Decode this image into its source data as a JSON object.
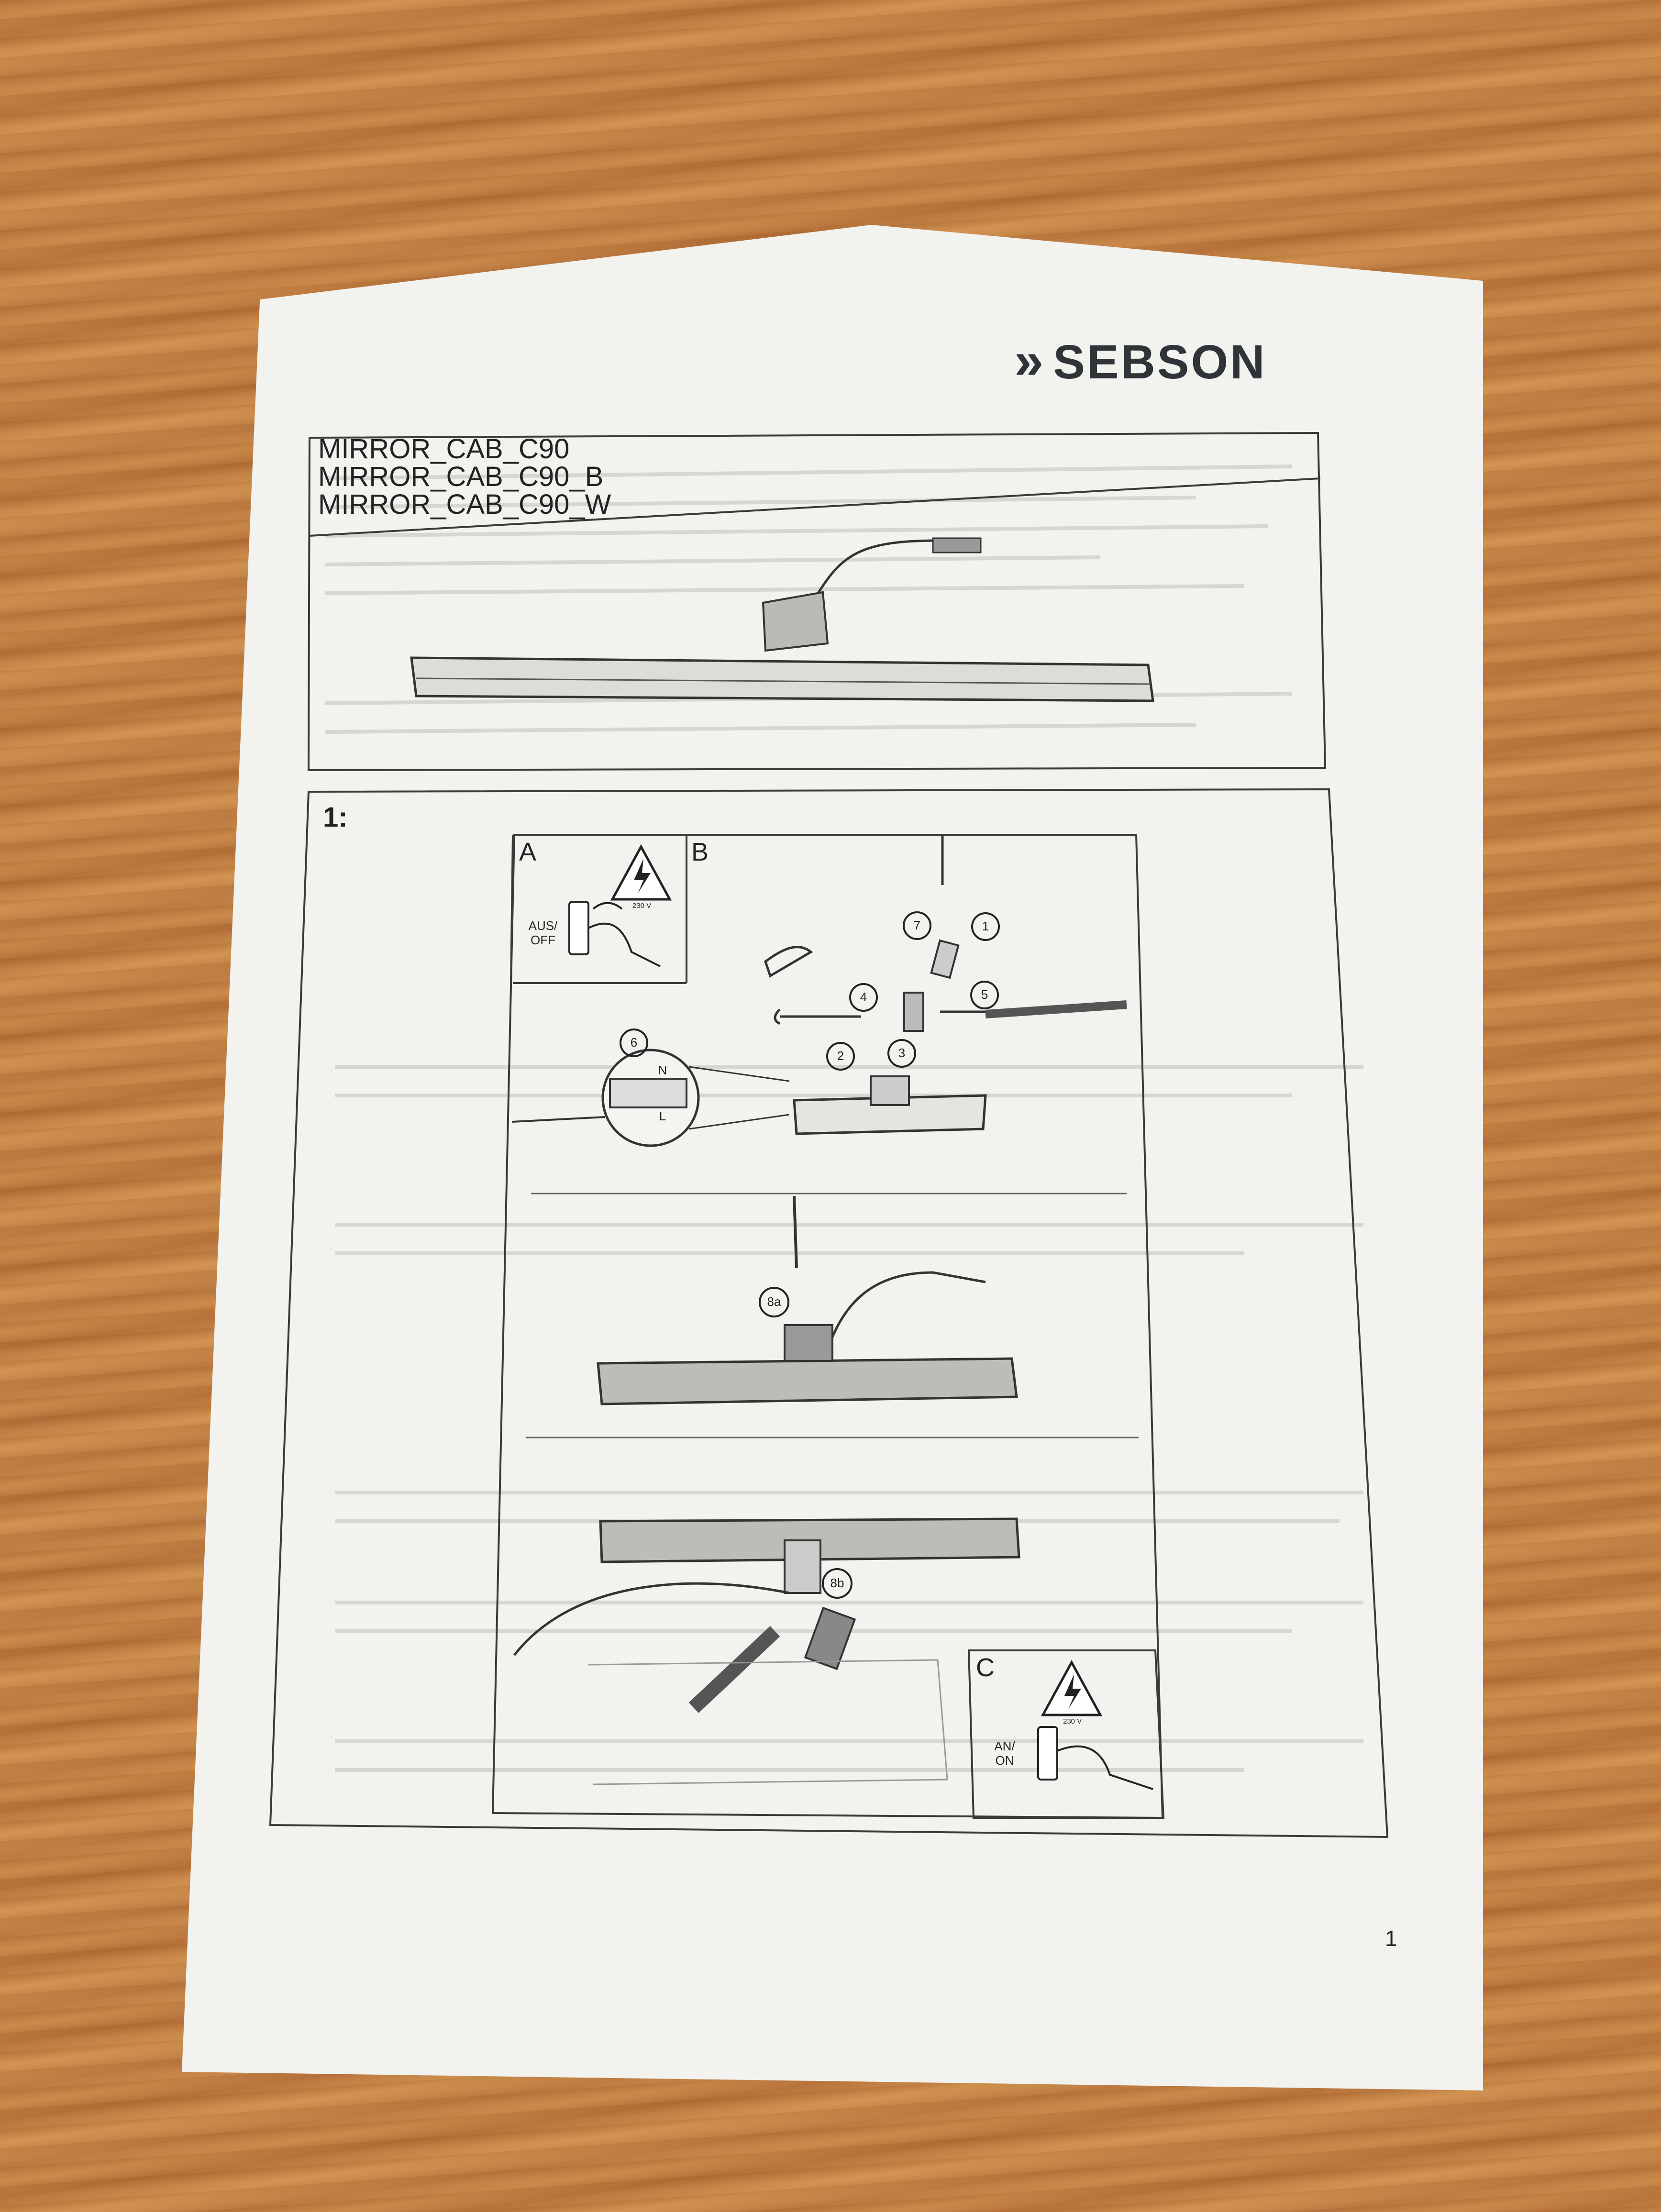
{
  "brand": {
    "name": "SEBSON",
    "mark": "»"
  },
  "models": [
    "MIRROR_CAB_C90",
    "MIRROR_CAB_C90_B",
    "MIRROR_CAB_C90_W"
  ],
  "step_panel": {
    "title": "1:",
    "panel_a": {
      "letter": "A",
      "switch_label_line1": "AUS/",
      "switch_label_line2": "OFF",
      "voltage": "230 V"
    },
    "panel_b": {
      "letter": "B"
    },
    "panel_c": {
      "letter": "C",
      "switch_label_line1": "AN/",
      "switch_label_line2": "ON",
      "voltage": "230 V"
    },
    "callouts": [
      "1",
      "2",
      "3",
      "4",
      "5",
      "6",
      "7",
      "8a",
      "8b"
    ],
    "terminal_labels": {
      "neutral": "N",
      "live": "L"
    }
  },
  "page_number": "1",
  "colors": {
    "paper": "#f2f2ef",
    "ink": "#222222",
    "wood": "#c98748"
  }
}
